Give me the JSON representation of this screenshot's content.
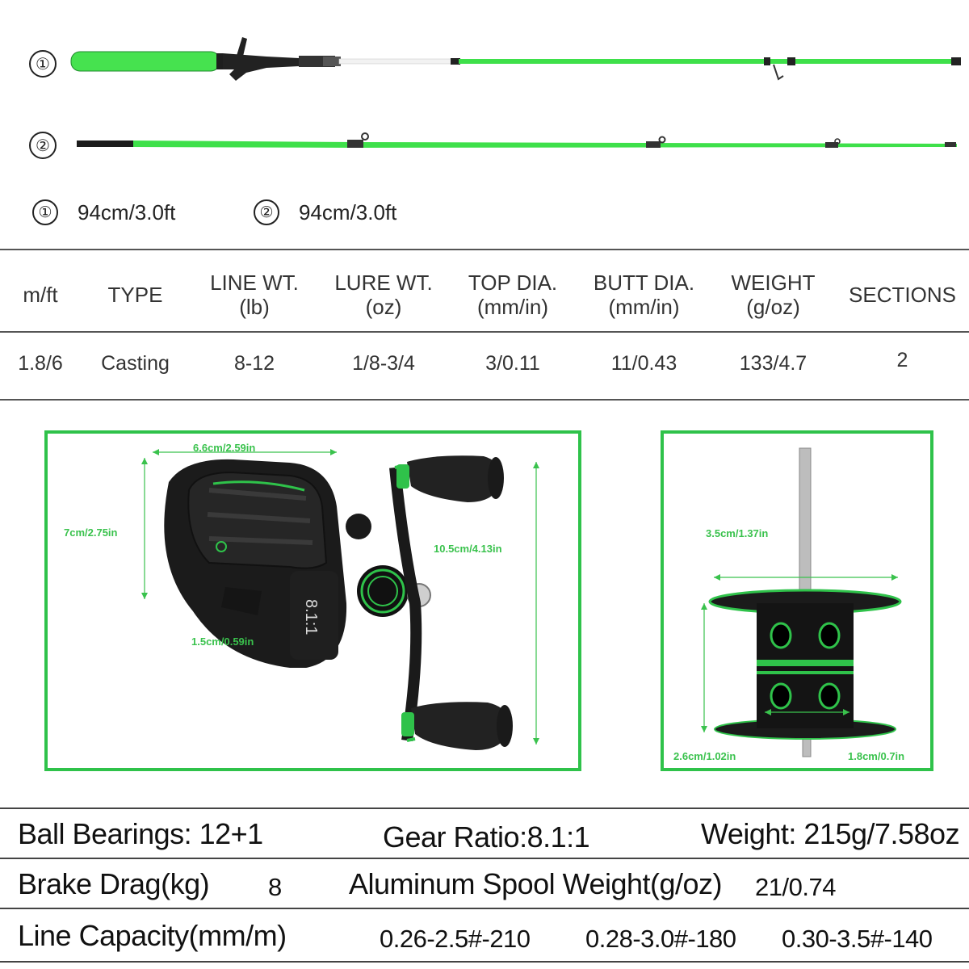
{
  "rods": [
    {
      "number": "①",
      "length": "94cm/3.0ft"
    },
    {
      "number": "②",
      "length": "94cm/3.0ft"
    }
  ],
  "rod_specs": {
    "headers": [
      "m/ft",
      "TYPE",
      "LINE WT.\n(lb)",
      "LURE WT.\n(oz)",
      "TOP DIA.\n(mm/in)",
      "BUTT DIA.\n(mm/in)",
      "WEIGHT\n(g/oz)",
      "SECTIONS"
    ],
    "values": [
      "1.8/6",
      "Casting",
      "8-12",
      "1/8-3/4",
      "3/0.11",
      "11/0.43",
      "133/4.7",
      "2"
    ]
  },
  "reel_dimensions": {
    "width": "6.6cm/2.59in",
    "height": "7cm/2.75in",
    "handle_length": "10.5cm/4.13in",
    "foot": "1.5cm/0.59in",
    "side_label": "8.1:1",
    "spool_width": "3.5cm/1.37in",
    "spool_depth": "2.6cm/1.02in",
    "spool_core": "1.8cm/0.7in"
  },
  "reel_specs": {
    "ball_bearings": "Ball Bearings: 12+1",
    "gear_ratio": "Gear Ratio:8.1:1",
    "weight": "Weight: 215g/7.58oz",
    "brake_drag_label": "Brake Drag(kg)",
    "brake_drag_value": "8",
    "spool_weight_label": "Aluminum Spool Weight(g/oz)",
    "spool_weight_value": "21/0.74",
    "line_capacity_label": "Line Capacity(mm/m)",
    "line_capacity_values": [
      "0.26-2.5#-210",
      "0.28-3.0#-180",
      "0.30-3.5#-140"
    ]
  },
  "colors": {
    "accent_green": "#2fc24a",
    "rod_green": "#3ee04a",
    "reel_black": "#1a1a1a"
  }
}
